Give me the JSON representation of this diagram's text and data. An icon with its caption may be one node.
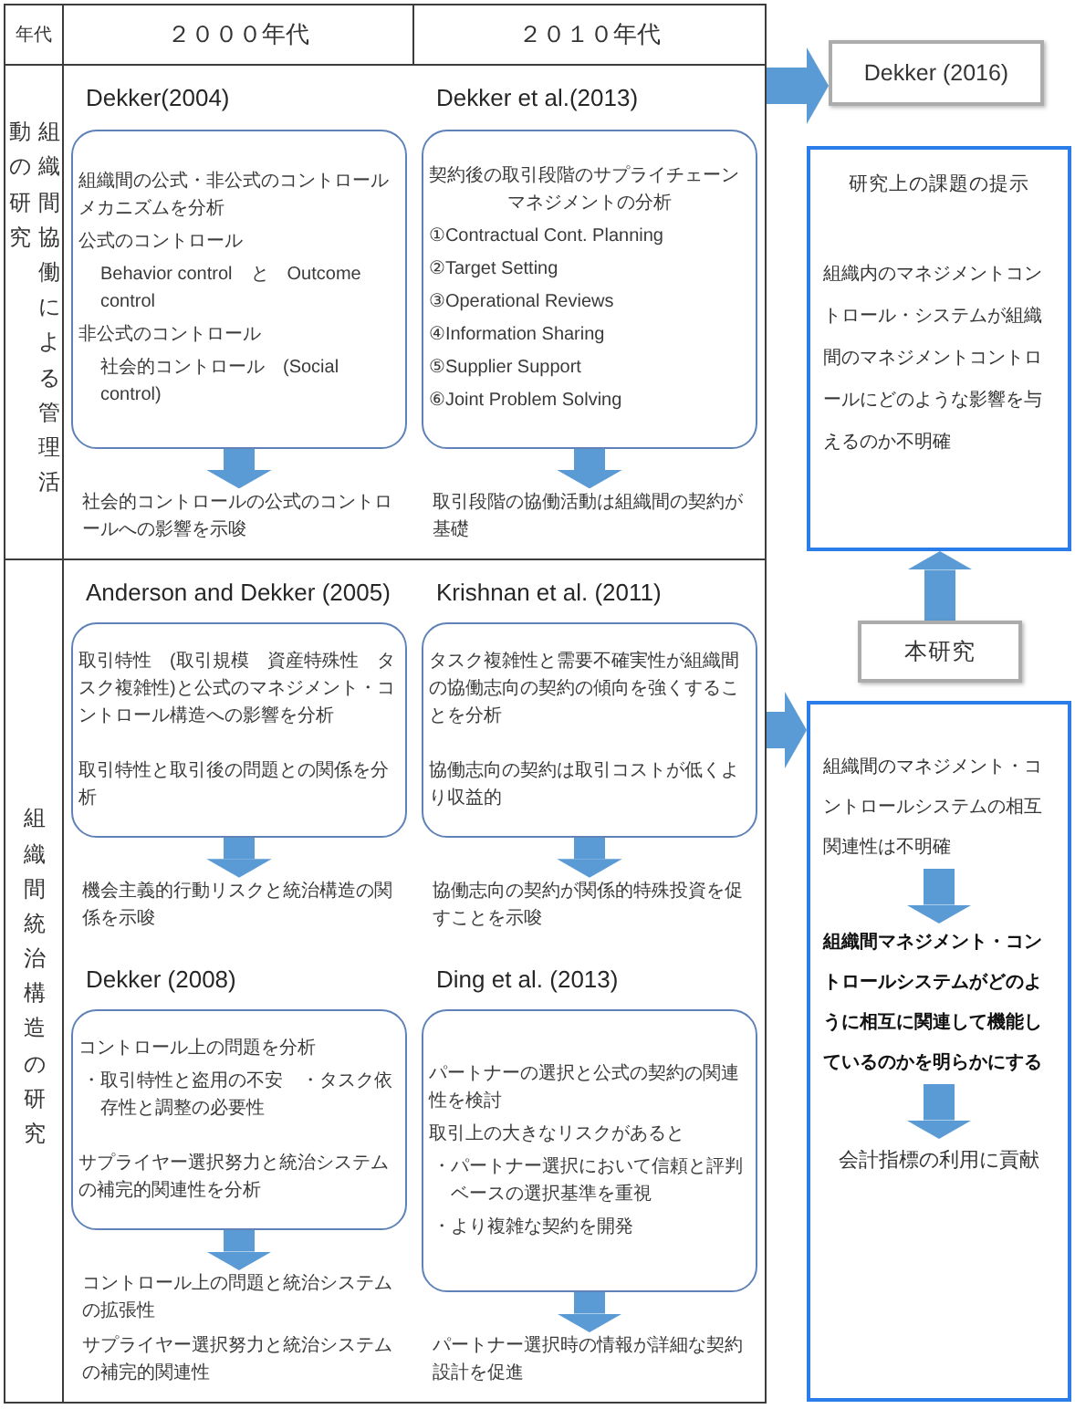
{
  "diagram": {
    "nodes": [
      {
        "text": [
          "組織間協働による管理活動の研究"
        ]
      },
      {
        "text": [
          "Dekker(2004)",
          "組織間の公式・非公式のコントロールメカニズムを分析",
          "公式のコントロール",
          "Behavior control　と　Outcome control",
          "非公式のコントロール",
          "社会的コントロール　(Social control)"
        ],
        "in": 0
      },
      {
        "text": [
          "社会的コントロールの公式のコントロールへの影響を示唆"
        ],
        "in": 0
      },
      {
        "text": [
          "Dekker et al.(2013)",
          "契約後の取引段階のサプライチェーンマネジメントの分析",
          "①Contractual Cont. Planning",
          "②Target Setting",
          "③Operational Reviews",
          "④Information Sharing",
          "⑤Supplier Support",
          "⑥Joint Problem Solving"
        ],
        "in": 0
      },
      {
        "text": [
          "取引段階の協働活動は組織間の契約が基礎"
        ],
        "in": 0
      },
      {
        "text": [
          "組織間統治構造の研究"
        ]
      },
      {
        "text": [
          "Anderson and Dekker (2005)",
          "取引特性　(取引規模　資産特殊性　タスク複雑性)と公式のマネジメント・コントロール構造への影響を分析",
          "取引特性と取引後の問題との関係を分析"
        ],
        "in": 5
      },
      {
        "text": [
          "機会主義的行動リスクと統治構造の関係を示唆"
        ],
        "in": 5
      },
      {
        "text": [
          "Krishnan et al. (2011)",
          "タスク複雑性と需要不確実性が組織間の協働志向の契約の傾向を強くすることを分析",
          "協働志向の契約は取引コストが低くより収益的"
        ],
        "in": 5
      },
      {
        "text": [
          "協働志向の契約が関係的特殊投資を促すことを示唆"
        ],
        "in": 5
      },
      {
        "text": [
          "Dekker (2008)",
          "コントロール上の問題を分析",
          "・取引特性と盗用の不安　・タスク依存性と調整の必要性",
          "サプライヤー選択努力と統治システムの補完的関連性を分析"
        ],
        "in": 5
      },
      {
        "text": [
          "コントロール上の問題と統治システムの拡張性",
          "サプライヤー選択努力と統治システムの補完的関連性"
        ],
        "in": 5
      },
      {
        "text": [
          "Ding et al. (2013)",
          "パートナーの選択と公式の契約の関連性を検討",
          "取引上の大きなリスクがあると",
          "・パートナー選択において信頼と評判ベースの選択基準を重視",
          "・より複雑な契約を開発"
        ],
        "in": 5
      },
      {
        "text": [
          "パートナー選択時の情報が詳細な契約設計を促進"
        ],
        "in": 5
      },
      {
        "text": [
          "Dekker (2016)"
        ]
      },
      {
        "text": [
          "研究上の課題の提示",
          "組織内のマネジメントコントロール・システムが組織間のマネジメントコントロールにどのような影響を与えるのか不明確"
        ]
      },
      {
        "text": [
          "本研究"
        ]
      },
      {
        "text": [],
        "shape": "box"
      },
      {
        "text": [
          "組織間のマネジメント・コントロールシステムの相互関連性は不明確"
        ],
        "in": 17
      },
      {
        "text": [
          "組織間マネジメント・コントロールシステムがどのように相互に関連して機能しているのかを明らかにする"
        ],
        "in": 17
      },
      {
        "text": [
          "会計指標の利用に貢献"
        ],
        "in": 17
      }
    ],
    "edges": [
      {
        "from": 1,
        "to": 2,
        "arrow": "to"
      },
      {
        "from": 3,
        "to": 4,
        "arrow": "to"
      },
      {
        "from": 6,
        "to": 7,
        "arrow": "to"
      },
      {
        "from": 8,
        "to": 9,
        "arrow": "to"
      },
      {
        "from": 10,
        "to": 11,
        "arrow": "to"
      },
      {
        "from": 12,
        "to": 13,
        "arrow": "to"
      },
      {
        "from": 0,
        "to": 14,
        "arrow": "to"
      },
      {
        "from": 16,
        "to": 15,
        "arrow": "to"
      },
      {
        "from": 5,
        "to": 17,
        "arrow": "to"
      },
      {
        "from": 18,
        "to": 19,
        "arrow": "to"
      },
      {
        "from": 19,
        "to": 20,
        "arrow": "to"
      }
    ],
    "labels": [
      "年代",
      "２０００年代",
      "２０１０年代"
    ]
  }
}
